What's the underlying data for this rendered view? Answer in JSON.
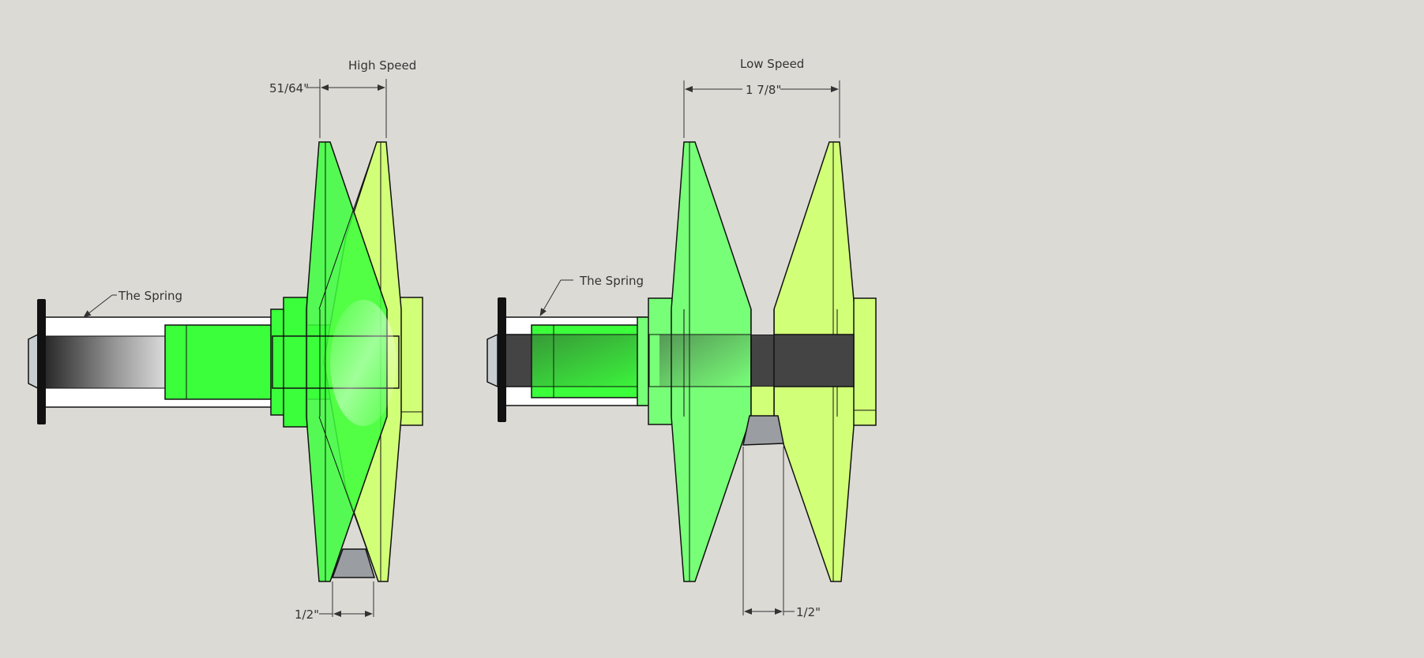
{
  "colors": {
    "background": "#dcdad5",
    "sheave_green": "#3cff3c",
    "sheave_light_green": "#78ff78",
    "sheave_yellow": "#d2ff78",
    "shaft_dark": "#444444",
    "spring_white": "#ffffff",
    "end_cap": "#111111",
    "nut_grey": "#c8cdd2",
    "belt_grey": "#9a9ea2",
    "outline": "#111111",
    "dimension_line": "#333333"
  },
  "diagrams": {
    "high_speed": {
      "title": "High Speed",
      "top_dimension": "51/64\"",
      "bottom_dimension": "1/2\"",
      "spring_label": "The Spring"
    },
    "low_speed": {
      "title": "Low Speed",
      "top_dimension": "1 7/8\"",
      "bottom_dimension": "1/2\"",
      "spring_label": "The Spring"
    }
  }
}
